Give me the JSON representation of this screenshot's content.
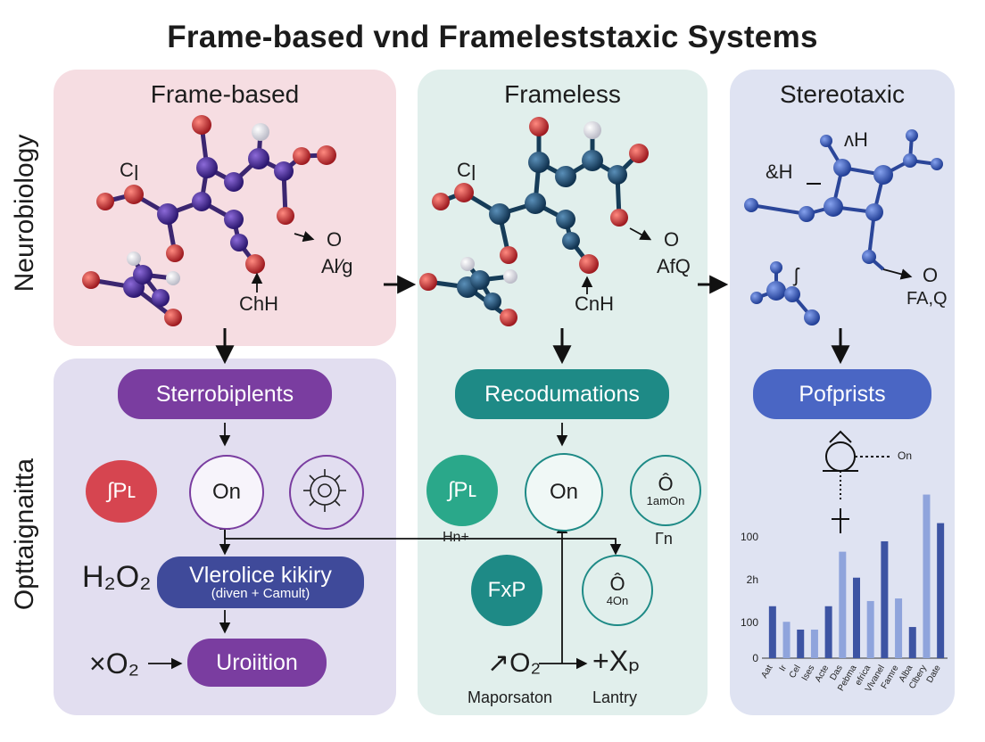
{
  "title": "Frame-based vnd Frameleststaxic Systems",
  "side_labels": {
    "top": "Neurobiology",
    "bottom": "Opttaignaitta"
  },
  "columns": [
    {
      "heading": "Frame-based",
      "molecule_labels": {
        "left": "Cן",
        "right_top": "O",
        "right_mid": "Al⁄g",
        "bottom": "ChH"
      },
      "pill": "Sterrobiplents",
      "icons": [
        "∫Pʟ",
        "On",
        ""
      ],
      "middle_pill": {
        "line1": "Vlerolice kikiry",
        "line2": "(diven + Camult)"
      },
      "left_formula": "H₂O₂",
      "bottom_formula": "×O₂",
      "bottom_pill": "Uroiition"
    },
    {
      "heading": "Frameless",
      "molecule_labels": {
        "left": "Cן",
        "right_top": "O",
        "right_mid": "AfQ",
        "bottom": "CnH"
      },
      "pill": "Recodumations",
      "icons": [
        "∫Pʟ",
        "On",
        "1amOn"
      ],
      "link_label": "Hn+",
      "right_label": "Γn",
      "lower_icons": [
        "FxP",
        "4On"
      ],
      "bottom_left": {
        "formula": "↗O₂",
        "caption": "Maporsaton"
      },
      "bottom_right": {
        "formula": "+Xₚ",
        "caption": "Lantry"
      }
    },
    {
      "heading": "Stereotaxic",
      "molecule_labels": {
        "top": "ʌH",
        "left": "&H",
        "right_top": "O",
        "right_mid": "FA,Q",
        "mid": "ʃ"
      },
      "pill": "Pofprists",
      "dash_label": "On"
    }
  ],
  "chart_data": {
    "type": "bar",
    "title": "",
    "ytick_labels": [
      "100",
      "2h",
      "100",
      "0"
    ],
    "categories": [
      "Aat",
      "Ir",
      "Cel",
      "Ises",
      "Acte",
      "Das",
      "Pebma",
      "efrica",
      "Vlvanel",
      "Famre",
      "Alba",
      "Clbery",
      "Date"
    ],
    "values": [
      1.0,
      0.7,
      0.55,
      0.55,
      1.0,
      2.05,
      1.55,
      1.1,
      2.25,
      1.15,
      0.6,
      3.15,
      2.6
    ],
    "ylim": [
      0,
      3.4
    ],
    "grid": false,
    "legend": "none"
  },
  "colors": {
    "purple": "#7a3da0",
    "teal": "#1e8a86",
    "blue": "#4a66c4",
    "indigo": "#3f4a9a",
    "red": "#d64550",
    "atom_red": "#c0272d",
    "atom_purple": "#4b2a96",
    "atom_navy": "#1e4d70",
    "atom_blue": "#3c5cb8",
    "bar_dark": "#3d54a3",
    "bar_light": "#8fa4dc"
  }
}
